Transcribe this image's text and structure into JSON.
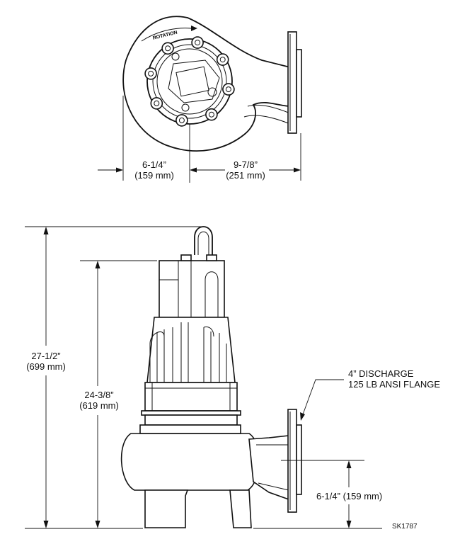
{
  "top_view": {
    "rotation_label": "ROTATION",
    "dim_left": {
      "imperial": "6-1/4”",
      "metric": "(159 mm)"
    },
    "dim_right": {
      "imperial": "9-7/8”",
      "metric": "(251 mm)"
    }
  },
  "side_view": {
    "overall_height": {
      "imperial": "27-1/2”",
      "metric": "(699 mm)"
    },
    "body_height": {
      "imperial": "24-3/8”",
      "metric": "(619 mm)"
    },
    "discharge_note": {
      "line1": "4” DISCHARGE",
      "line2": "125 LB ANSI FLANGE"
    },
    "discharge_height": "6-1/4” (159 mm)"
  },
  "drawing_number": "SK1787"
}
